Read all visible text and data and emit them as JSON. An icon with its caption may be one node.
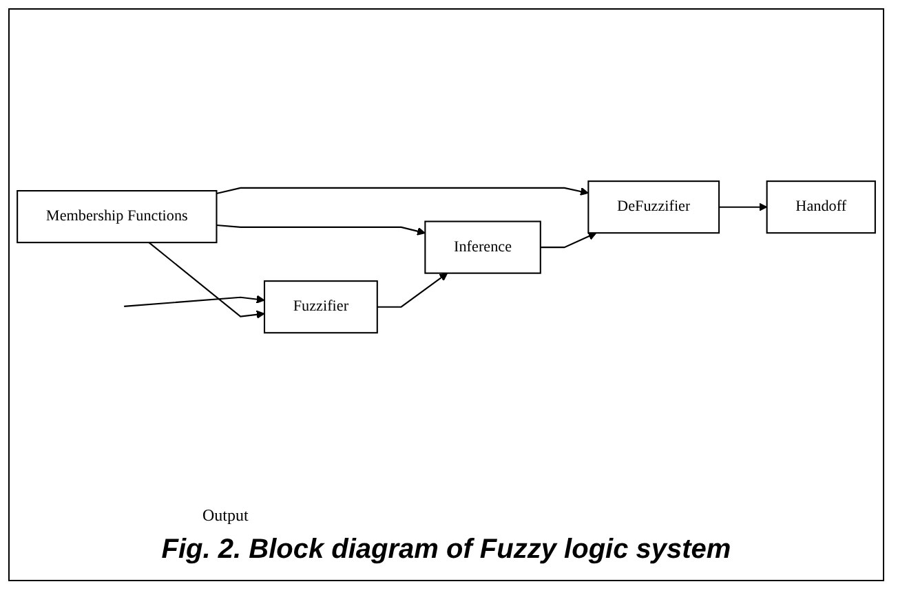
{
  "diagram": {
    "caption": "Fig. 2. Block diagram of Fuzzy logic system",
    "nodes": [
      {
        "text": [
          "Fuzzifier"
        ]
      },
      {
        "text": [
          "Membership Functions"
        ]
      },
      {
        "text": [
          "Inference"
        ]
      },
      {
        "text": [
          "DeFuzzifier"
        ]
      },
      {
        "text": [
          "Handoff"
        ]
      }
    ],
    "edges": [
      {
        "from": null,
        "to": 0,
        "arrow": "to"
      },
      {
        "from": 1,
        "to": 0,
        "arrow": "to"
      },
      {
        "from": 1,
        "to": 2,
        "arrow": "to"
      },
      {
        "from": 1,
        "to": 3,
        "arrow": "to"
      },
      {
        "from": 0,
        "to": 2,
        "arrow": "to"
      },
      {
        "from": 2,
        "to": 3,
        "arrow": "to"
      },
      {
        "from": 3,
        "to": 4,
        "arrow": "to"
      }
    ],
    "labels": [
      "Output"
    ]
  }
}
